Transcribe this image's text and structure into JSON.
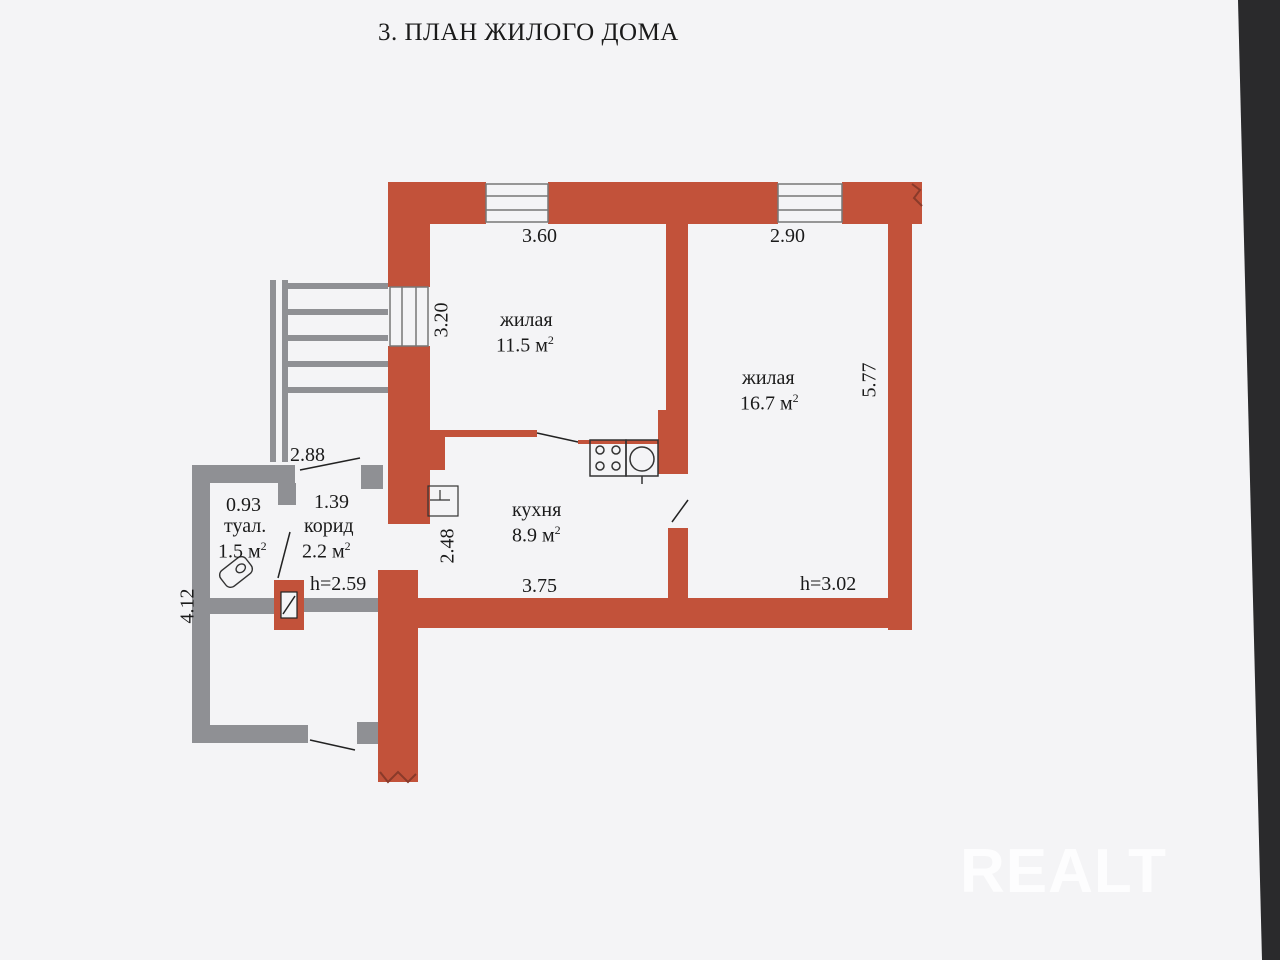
{
  "title": "3. ПЛАН ЖИЛОГО ДОМА",
  "colors": {
    "wall": "#c2523a",
    "ext_wall": "#8f9094",
    "paper": "#f4f4f6",
    "line": "#222222"
  },
  "rooms": [
    {
      "id": "living-small",
      "name": "жилая",
      "area": "11.5 м",
      "area_sup": "2"
    },
    {
      "id": "living-large",
      "name": "жилая",
      "area": "16.7 м",
      "area_sup": "2"
    },
    {
      "id": "kitchen",
      "name": "кухня",
      "area": "8.9 м",
      "area_sup": "2"
    },
    {
      "id": "corridor",
      "name": "корид",
      "area": "2.2 м",
      "area_sup": "2"
    },
    {
      "id": "toilet",
      "name": "туал.",
      "area": "1.5 м",
      "area_sup": "2"
    }
  ],
  "dimensions": {
    "d_360": "3.60",
    "d_290": "2.90",
    "d_320": "3.20",
    "d_577": "5.77",
    "d_288": "2.88",
    "d_139": "1.39",
    "d_093": "0.93",
    "d_248": "2.48",
    "d_375": "3.75",
    "d_412": "4.12"
  },
  "heights": {
    "corridor": "h=2.59",
    "living": "h=3.02"
  },
  "watermark": "REALT"
}
